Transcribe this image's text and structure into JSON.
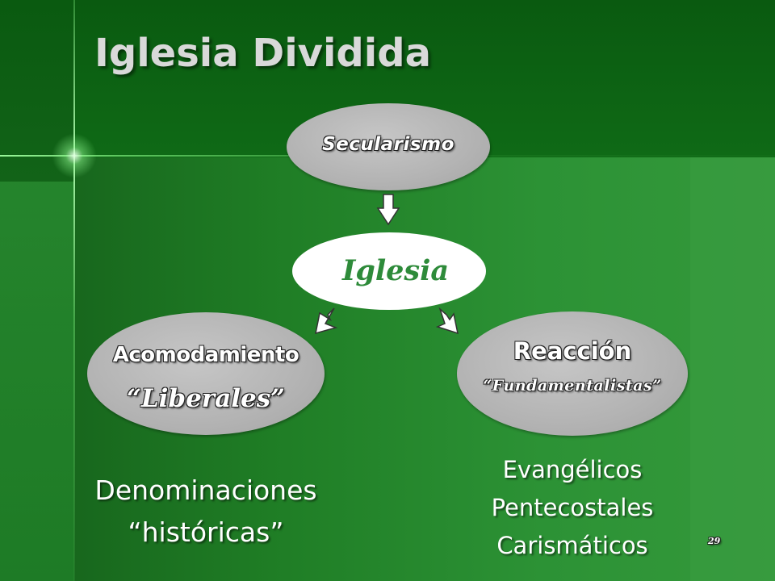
{
  "title": "Iglesia Dividida",
  "nodes": {
    "secularismo": "Secularismo",
    "iglesia": "Iglesia",
    "acomodamiento": {
      "label": "Acomodamiento",
      "sublabel": "“Liberales”"
    },
    "reaccion": {
      "label": "Reacción",
      "sublabel": "“Fundamentalistas”"
    }
  },
  "left_list": [
    "Denominaciones",
    "“históricas”"
  ],
  "right_list": [
    "Evangélicos",
    "Pentecostales",
    "Carismáticos"
  ],
  "page_number": "29",
  "colors": {
    "background_green": "#1f7d25",
    "ellipse_gray": "#b8b8b8",
    "iglesia_text": "#2e8b3a"
  }
}
